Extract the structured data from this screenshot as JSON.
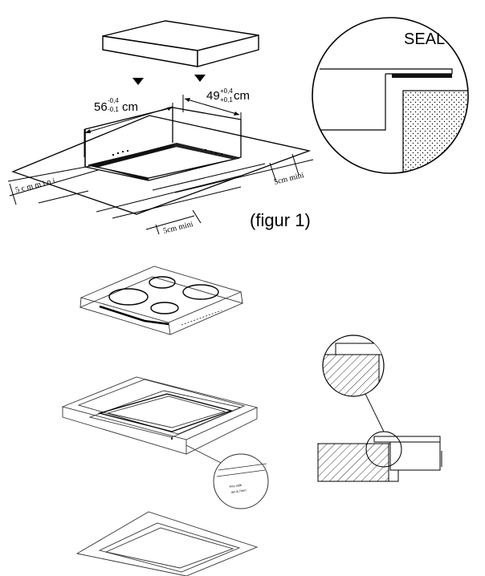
{
  "figure1": {
    "dim_width": "56",
    "dim_width_tol_top": "-0,4",
    "dim_width_tol_bottom": "-0,1",
    "dim_width_unit": "cm",
    "dim_depth": "49",
    "dim_depth_tol_top": "+0,4",
    "dim_depth_tol_bottom": "+0,1",
    "dim_depth_unit": "cm",
    "clearance_left": "5cmmini",
    "clearance_right": "5cm mini",
    "clearance_front": "5cm mini",
    "seal_label": "SEAL",
    "caption": "(figur 1)"
  },
  "figure2": {
    "detail_tiny_text_1": "Fire side",
    "detail_tiny_text_2": "4m 8.7mm"
  }
}
